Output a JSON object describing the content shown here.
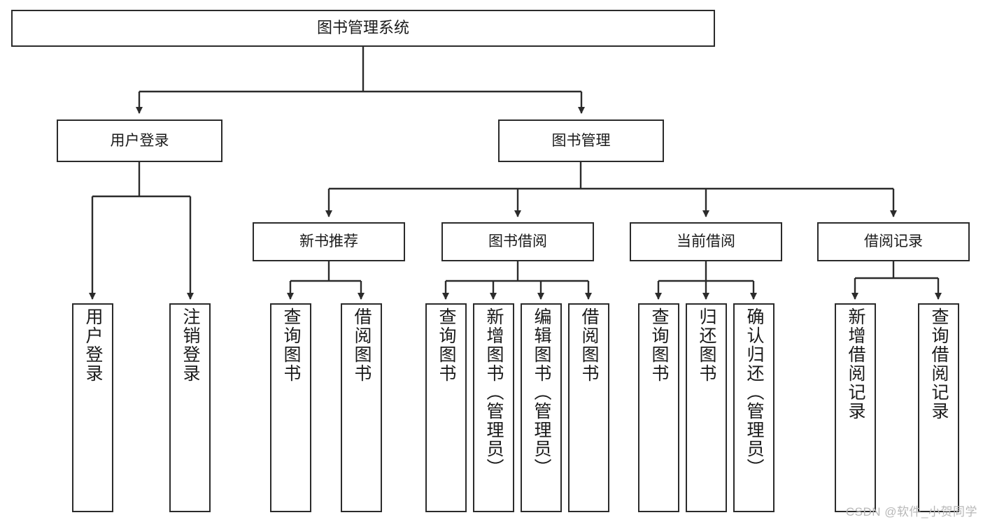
{
  "diagram": {
    "title": "图书管理系统",
    "watermark": "CSDN @软件_小贺同学",
    "colors": {
      "stroke": "#2b2b2b",
      "box_fill": "#ffffff",
      "text": "#1a1a1a",
      "watermark": "#b8b8b8",
      "background": "#ffffff"
    },
    "root": {
      "label": "图书管理系统"
    },
    "level1": [
      {
        "label": "用户登录"
      },
      {
        "label": "图书管理"
      }
    ],
    "level2": [
      {
        "label": "新书推荐"
      },
      {
        "label": "图书借阅"
      },
      {
        "label": "当前借阅"
      },
      {
        "label": "借阅记录"
      }
    ],
    "leaves": {
      "user_login": [
        {
          "label": "用户登录"
        },
        {
          "label": "注销登录"
        }
      ],
      "new_book_recommend": [
        {
          "label": "查询图书"
        },
        {
          "label": "借阅图书"
        }
      ],
      "book_borrow": [
        {
          "label": "查询图书"
        },
        {
          "label": "新增图书（管理员）"
        },
        {
          "label": "编辑图书（管理员）"
        },
        {
          "label": "借阅图书"
        }
      ],
      "current_borrow": [
        {
          "label": "查询图书"
        },
        {
          "label": "归还图书"
        },
        {
          "label": "确认归还（管理员）"
        }
      ],
      "borrow_record": [
        {
          "label": "新增借阅记录"
        },
        {
          "label": "查询借阅记录"
        }
      ]
    }
  }
}
